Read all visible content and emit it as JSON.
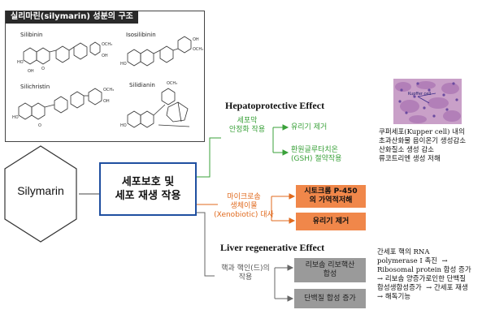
{
  "structure_panel": {
    "title": "실리마린(silymarin) 성분의 구조",
    "compounds": [
      "Silibinin",
      "Isosilibinin",
      "Silichristin",
      "Silidianin"
    ]
  },
  "center": {
    "hexagon_label": "Silymarin",
    "box_label_line1": "세포보호 및",
    "box_label_line2": "세포 재생 작용"
  },
  "hepato": {
    "heading": "Hepatoprotective Effect",
    "membrane_line1": "세포막",
    "membrane_line2": "안정화 작용",
    "radical": "유리기 제거",
    "gsh_line1": "환원글루타치온",
    "gsh_line2": "(GSH) 절약작용",
    "kupffer_note": "쿠퍼세포(Kupper cell) 내의\n초과산화물 음이온기 생성감소\n산화질소 생성 감소\n류코트리엔 생성 저해",
    "histology_label": "Kupffer cell"
  },
  "xeno": {
    "label_line1": "마이크로솜",
    "label_line2": "생체이물",
    "label_line3": "(Xenobiotic) 대사",
    "p450_line1": "시토크롬 P-450",
    "p450_line2": "의 가역적저해",
    "radical": "유리기 제거"
  },
  "liver": {
    "heading": "Liver regenerative Effect",
    "nucleus_line1": "핵과 핵인(드)의",
    "nucleus_line2": "작용",
    "rna_line1": "리보솜 리보핵산",
    "rna_line2": "합성",
    "protein": "단백질 합성 증가",
    "rna_note": "간세포 핵의 RNA\npolymerase I 촉진  →\nRibosomal protein 합성 증가\n→ 리보솜 양증가로인한 단백질\n합성생합성증가  → 간세포 재생\n→ 해독기능"
  },
  "colors": {
    "green": "#3aa13a",
    "orange": "#e06a1e",
    "blue_box": "#1f4fa0",
    "gray_box": "#9a9a9a",
    "hexagon_border": "#333333"
  }
}
